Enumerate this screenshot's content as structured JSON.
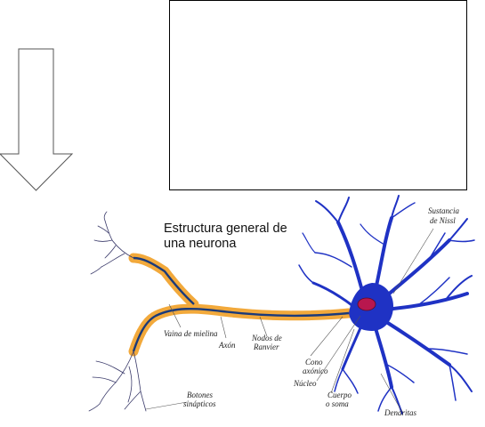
{
  "diagram": {
    "title_line1": "Estructura general de",
    "title_line2": "una neurona",
    "labels": {
      "sustancia_line1": "Sustancia",
      "sustancia_line2": "de Nissl",
      "vaina": "Vaina de mielina",
      "axon": "Axón",
      "nodos_line1": "Nodos de",
      "nodos_line2": "Ranvier",
      "cono_line1": "Cono",
      "cono_line2": "axónico",
      "nucleo": "Núcleo",
      "cuerpo_line1": "Cuerpo",
      "cuerpo_line2": "o soma",
      "botones_line1": "Botones",
      "botones_line2": "sinápticos",
      "dendritas": "Dendritas"
    },
    "colors": {
      "soma": "#1f32c4",
      "nucleus": "#b8174e",
      "myelin": "#f2a93b",
      "axon": "#1a3a7a"
    }
  }
}
